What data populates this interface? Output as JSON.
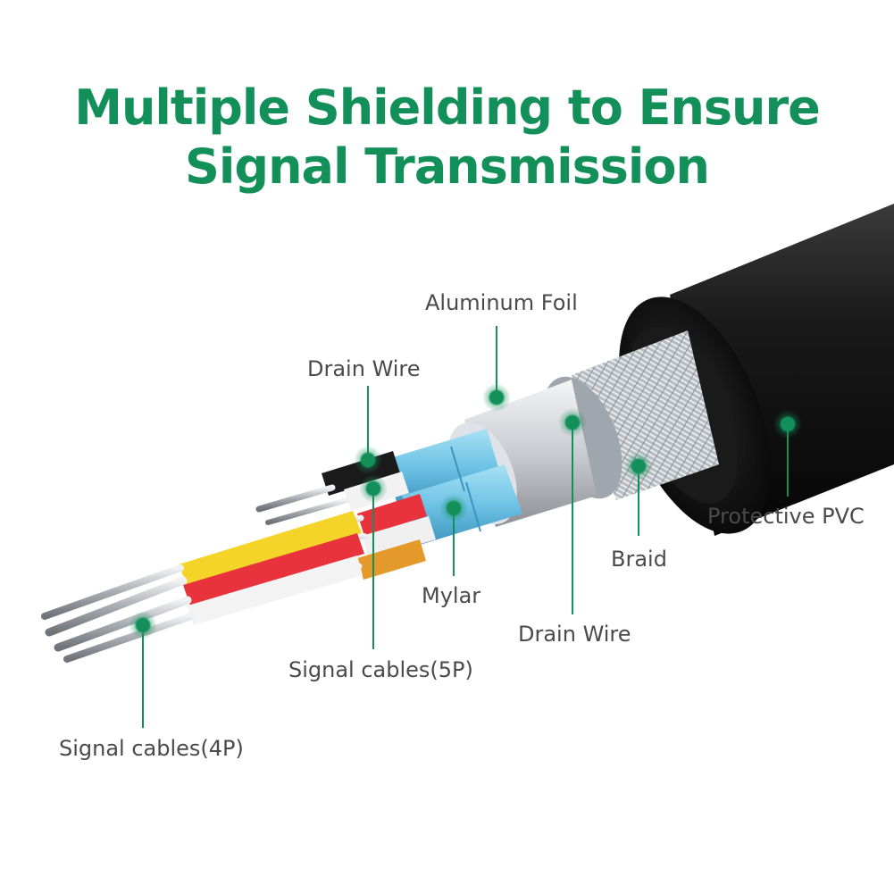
{
  "title": {
    "line1": "Multiple Shielding to Ensure",
    "line2": "Signal Transmission"
  },
  "callouts": {
    "aluminum_foil": "Aluminum Foil",
    "drain_wire_top": "Drain Wire",
    "protective_pvc": "Protective PVC",
    "braid": "Braid",
    "mylar": "Mylar",
    "drain_wire_bottom": "Drain Wire",
    "signal_cables_5p": "Signal cables(5P)",
    "signal_cables_4p": "Signal cables(4P)"
  },
  "colors": {
    "accent_green": "#13905a",
    "label_gray": "#4a4a4a",
    "pvc_jacket": "#1e1e1e",
    "mylar_blue": "#6ec3e6",
    "wire_red": "#e8323c",
    "wire_yellow": "#f5d42a",
    "wire_orange": "#e39a2b"
  }
}
